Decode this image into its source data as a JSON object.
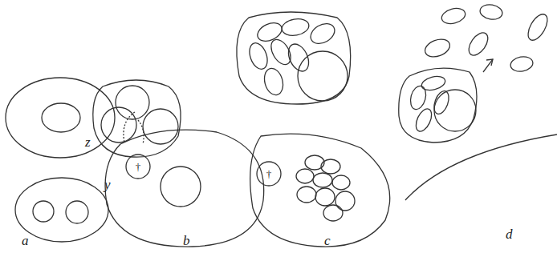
{
  "diagram": {
    "labels": [
      "z",
      "y",
      "a",
      "b",
      "c",
      "d",
      "†",
      "†"
    ]
  }
}
